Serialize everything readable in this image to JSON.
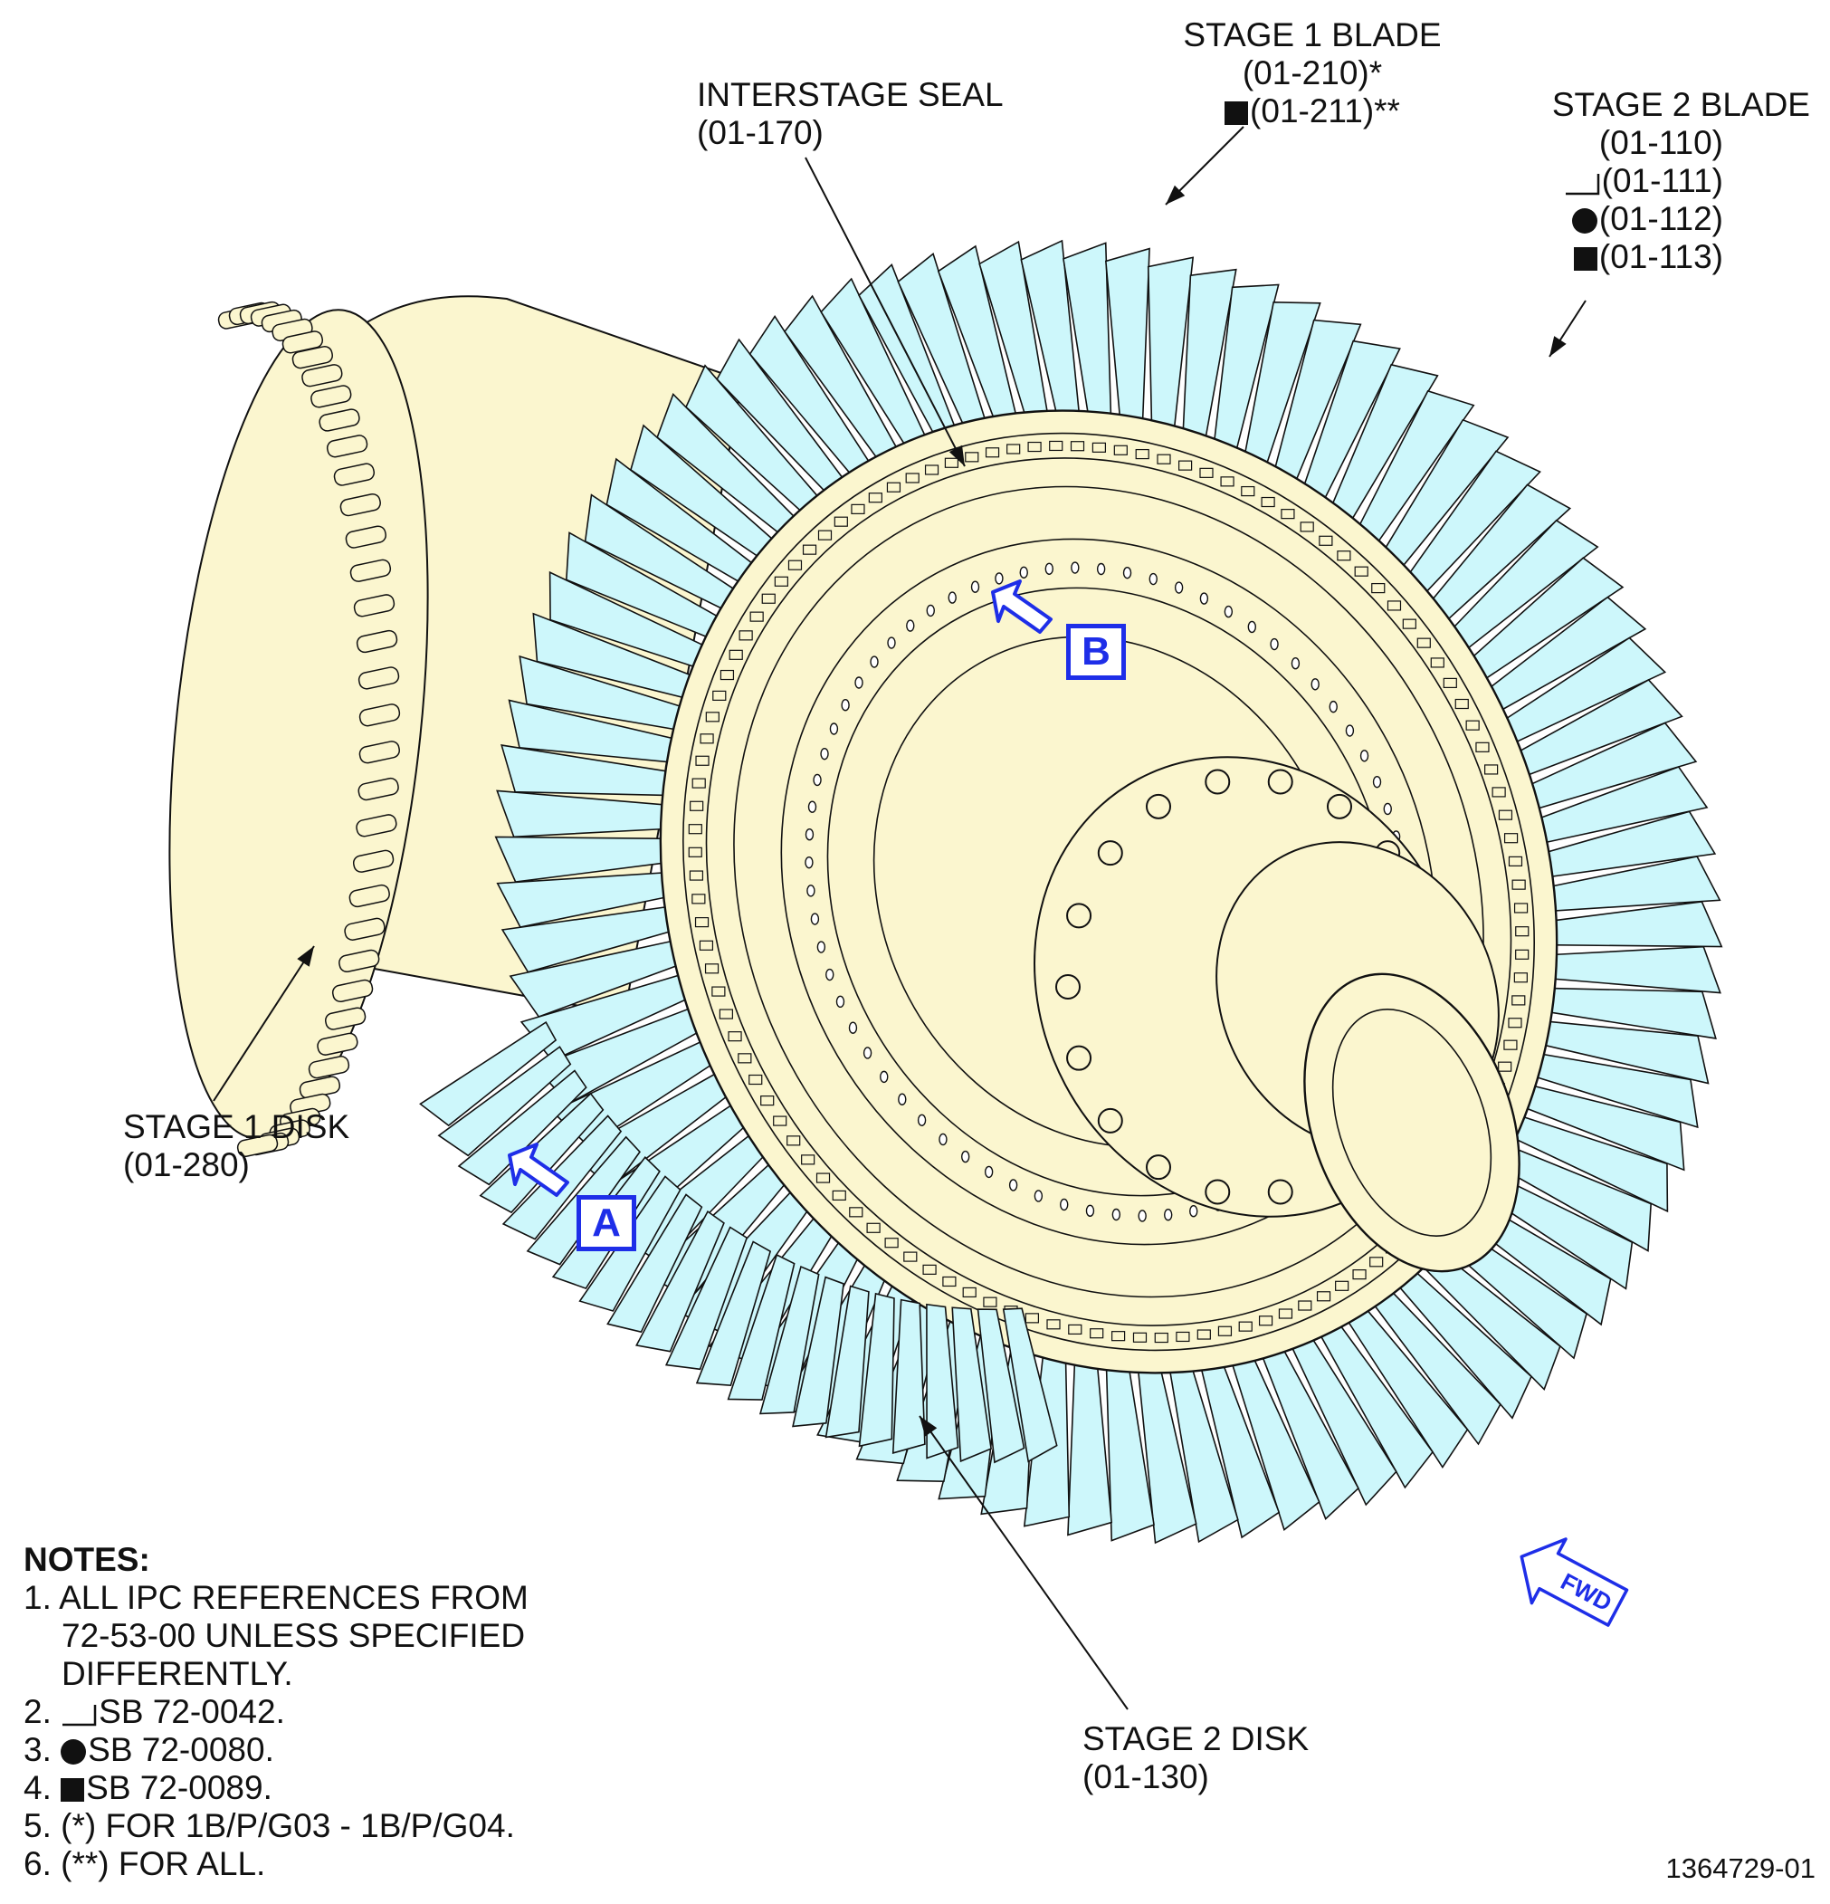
{
  "labels": {
    "stage1_blade": {
      "title": "STAGE 1 BLADE",
      "ref1": "(01-210)*",
      "ref2": "(01-211)**"
    },
    "interstage_seal": {
      "title": "INTERSTAGE SEAL",
      "ref": "(01-170)"
    },
    "stage2_blade": {
      "title": "STAGE 2 BLADE",
      "ref1": "(01-110)",
      "ref2": "(01-111)",
      "ref3": "(01-112)",
      "ref4": "(01-113)"
    },
    "stage1_disk": {
      "title": "STAGE 1 DISK",
      "ref": "(01-280)"
    },
    "stage2_disk": {
      "title": "STAGE 2 DISK",
      "ref": "(01-130)"
    }
  },
  "views": {
    "a": "A",
    "b": "B"
  },
  "fwd": "FWD",
  "notes": {
    "title": "NOTES:",
    "n1_a": "1. ALL IPC REFERENCES FROM",
    "n1_b": "72-53-00 UNLESS SPECIFIED",
    "n1_c": "DIFFERENTLY.",
    "n2_num": "2.",
    "n2_text": "SB 72-0042.",
    "n3_num": "3.",
    "n3_text": "SB 72-0080.",
    "n4_num": "4.",
    "n4_text": "SB 72-0089.",
    "n5": "5.  (*) FOR 1B/P/G03 - 1B/P/G04.",
    "n6": "6. (**) FOR ALL."
  },
  "figure_number": "1364729-01",
  "colors": {
    "blade": "#cdf7fb",
    "disk": "#fbf6cf",
    "line": "#111111",
    "view_marker": "#1e2ee8"
  }
}
